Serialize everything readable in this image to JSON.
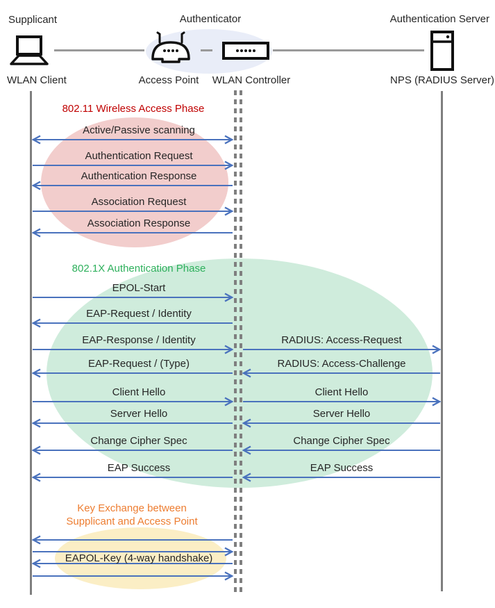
{
  "actors": {
    "supplicant": {
      "role": "Supplicant",
      "device": "WLAN Client"
    },
    "authenticator": {
      "role": "Authenticator",
      "access_point": "Access Point",
      "wlan_controller": "WLAN Controller"
    },
    "authentication_server": {
      "role": "Authentication Server",
      "device": "NPS (RADIUS Server)"
    }
  },
  "phases": [
    {
      "title": "802.11 Wireless Access Phase",
      "title_color": "#C00000",
      "ellipse_color": "#F2CDCC"
    },
    {
      "title": "802.1X Authentication Phase",
      "title_color": "#2EB05C",
      "ellipse_color": "#CFECDC"
    },
    {
      "title_lines": [
        "Key Exchange between",
        "Supplicant and Access Point"
      ],
      "title_color": "#ED7D31",
      "ellipse_color": "#FBEEC5"
    }
  ],
  "messages": [
    {
      "left": {
        "label": "Active/Passive scanning",
        "direction": "both"
      }
    },
    {
      "left": {
        "label": "Authentication Request",
        "direction": "right"
      }
    },
    {
      "left": {
        "label": "Authentication Response",
        "direction": "left"
      }
    },
    {
      "left": {
        "label": "Association Request",
        "direction": "right"
      }
    },
    {
      "left": {
        "label": "Association Response",
        "direction": "left"
      }
    },
    {
      "left": {
        "label": "EPOL-Start",
        "direction": "right"
      }
    },
    {
      "left": {
        "label": "EAP-Request / Identity",
        "direction": "left"
      }
    },
    {
      "left": {
        "label": "EAP-Response / Identity",
        "direction": "right"
      },
      "right": {
        "label": "RADIUS: Access-Request",
        "direction": "right"
      }
    },
    {
      "left": {
        "label": "EAP-Request / (Type)",
        "direction": "left"
      },
      "right": {
        "label": "RADIUS: Access-Challenge",
        "direction": "left"
      }
    },
    {
      "left": {
        "label": "Client Hello",
        "direction": "right"
      },
      "right": {
        "label": "Client Hello",
        "direction": "right"
      }
    },
    {
      "left": {
        "label": "Server Hello",
        "direction": "left"
      },
      "right": {
        "label": "Server Hello",
        "direction": "left"
      }
    },
    {
      "left": {
        "label": "Change Cipher Spec",
        "direction": "left"
      },
      "right": {
        "label": "Change Cipher Spec",
        "direction": "left"
      }
    },
    {
      "left": {
        "label": "EAP Success",
        "direction": "left"
      },
      "right": {
        "label": "EAP Success",
        "direction": "left"
      }
    },
    {
      "left": {
        "label": "",
        "direction": "left"
      }
    },
    {
      "left": {
        "label": "",
        "direction": "right"
      }
    },
    {
      "left": {
        "label": "",
        "direction": "left"
      }
    },
    {
      "left": {
        "label": "",
        "direction": "right"
      }
    }
  ],
  "key_exchange_arrows_label": "EAPOL-Key (4-way handshake)",
  "colors": {
    "arrow": "#4A72BD",
    "lifeline": "#7F7F7F",
    "connector": "#9A9A9A",
    "text": "#262626",
    "icon": "#111111",
    "authenticator_ellipse": "#E9EDF8"
  }
}
